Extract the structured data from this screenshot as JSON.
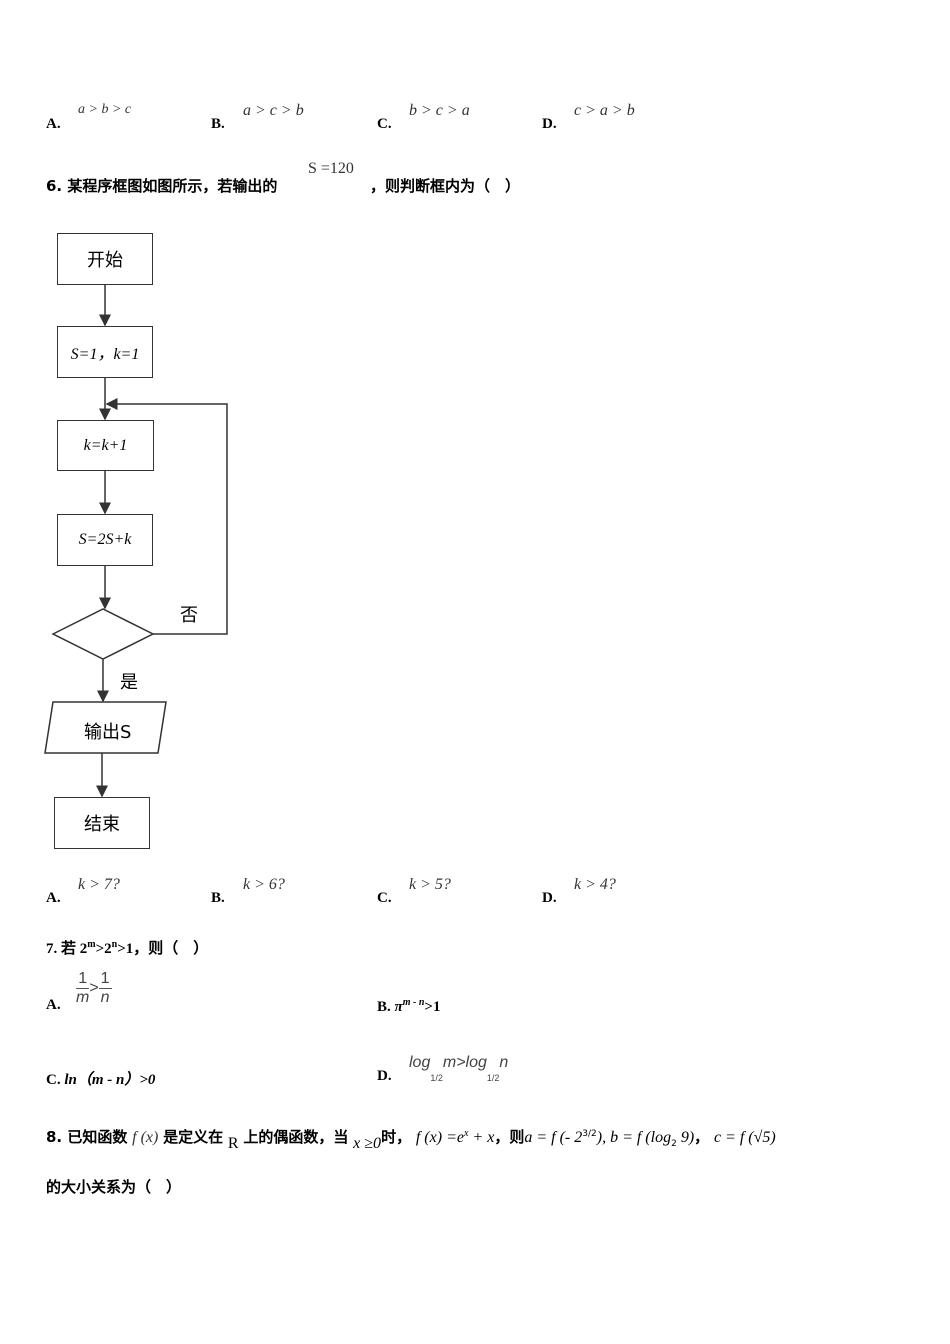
{
  "q5_options": [
    {
      "label": "A.",
      "text": "a > b > c"
    },
    {
      "label": "B.",
      "text": "a > c > b"
    },
    {
      "label": "C.",
      "text": "b > c > a"
    },
    {
      "label": "D.",
      "text": "c > a > b"
    }
  ],
  "q6": {
    "prefix": "6. 某程序框图如图所示，若输出的",
    "math": "S =120",
    "suffix": "，则判断框内为（　）",
    "flow": {
      "start": "开始",
      "init": "S=1，k=1",
      "step1": "k=k+1",
      "step2": "S=2S+k",
      "no": "否",
      "yes": "是",
      "output": "输出S",
      "end": "结束"
    },
    "options": [
      {
        "label": "A.",
        "text": "k > 7?"
      },
      {
        "label": "B.",
        "text": "k > 6?"
      },
      {
        "label": "C.",
        "text": "k > 5?"
      },
      {
        "label": "D.",
        "text": "k > 4?"
      }
    ]
  },
  "q7": {
    "stem_prefix": "7. 若 2",
    "stem_sup1": "m",
    "stem_mid": ">2",
    "stem_sup2": "n",
    "stem_suffix": ">1，则（　）",
    "A": {
      "label": "A.",
      "num1": "1",
      "den1": "m",
      "op": ">",
      "num2": "1",
      "den2": "n"
    },
    "B": {
      "label": "B.",
      "base": "π",
      "exp": "m - n",
      "rest": ">1"
    },
    "C": {
      "label": "C.",
      "text": "ln（m - n）>0"
    },
    "D": {
      "label": "D.",
      "log": "log",
      "sub": "1/2",
      "left_arg": "m",
      "op": ">",
      "right_arg": "n"
    }
  },
  "q8": {
    "p1": "8. 已知函数",
    "fx": "f (x)",
    "p2": "是定义在",
    "R": "R",
    "p3": "上的偶函数，当",
    "cond": "x ≥0",
    "p4": "时，",
    "def": "f (x) =e",
    "def_exp": "x",
    "def_rest": " + x",
    "p5": "，则",
    "a": "a = f (- 2",
    "a_exp": "3/2",
    "a_end": ")",
    "b": ", b = f (log",
    "b_sub": "2",
    "b_end": " 9)",
    "p6": "，",
    "c": "c = f (√5)",
    "line2": "的大小关系为（　）"
  }
}
